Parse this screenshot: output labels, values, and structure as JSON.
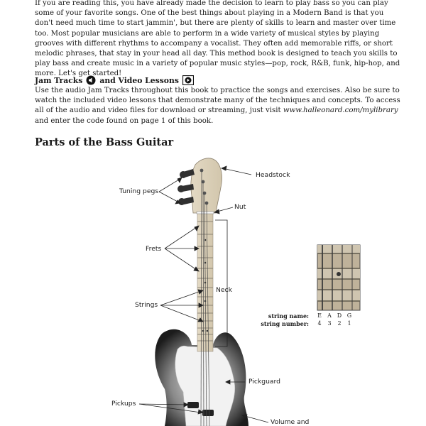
{
  "intro": {
    "paragraph": "If you are reading this, you have already made the decision to learn to play bass so you can play some of your favorite songs. One of the best things about playing in a Modern Band is that you don't need much time to start jammin', but there are plenty of skills to learn and master over time too. Most popular musicians are able to perform in a wide variety of musical styles by playing grooves with different rhythms to accompany a vocalist. They often add memorable riffs, or short melodic phrases, that stay in your head all day. This method book is designed to teach you skills to play bass and create music in a variety of popular music styles—pop, rock, R&B, funk, hip-hop, and more. Let's get started!"
  },
  "jam": {
    "heading_part1": "Jam Tracks",
    "heading_part2": "and Video Lessons",
    "audio_icon": "speaker-icon",
    "video_icon": "video-icon",
    "body_before": "Use the audio Jam Tracks throughout this book to practice the songs and exercises. Also be sure to watch the included video lessons that demonstrate many of the techniques and concepts. To access all of the audio and video files for download or streaming, just visit ",
    "url": "www.halleonard.com/mylibrary",
    "body_after": " and enter the code found on page 1 of this book."
  },
  "section": {
    "title": "Parts of the Bass Guitar"
  },
  "diagram": {
    "labels": {
      "headstock": "Headstock",
      "tuning_pegs": "Tuning pegs",
      "nut": "Nut",
      "frets": "Frets",
      "neck": "Neck",
      "strings": "Strings",
      "pickguard": "Pickguard",
      "pickups": "Pickups",
      "volume": "Volume and"
    }
  },
  "strings_chart": {
    "name_label": "string name:",
    "number_label": "string number:",
    "names": [
      "E",
      "A",
      "D",
      "G"
    ],
    "numbers": [
      "4",
      "3",
      "2",
      "1"
    ]
  }
}
